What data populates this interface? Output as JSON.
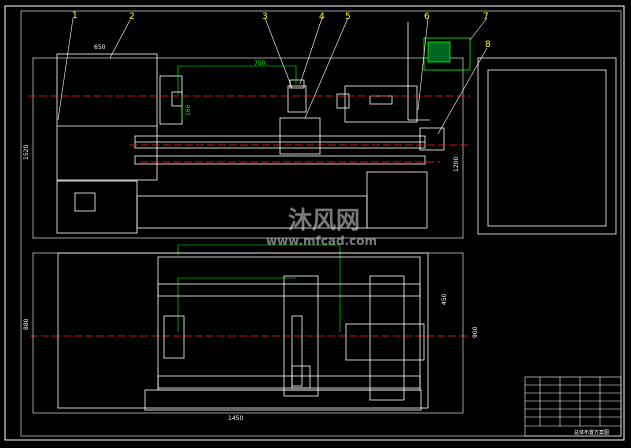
{
  "drawing": {
    "part_labels": [
      "1",
      "2",
      "3",
      "4",
      "5",
      "6",
      "7",
      "8"
    ],
    "dimensions": {
      "width_650": "650",
      "travel_750": "750",
      "height_160": "160",
      "height_1520": "1520",
      "height_1200": "1200",
      "plan_880": "880",
      "plan_450": "450",
      "plan_900": "900",
      "length_1450": "1450"
    },
    "watermark": {
      "brand": "沐风网",
      "url": "www.mfcad.com"
    },
    "title_block": {
      "drawing_title": "总体布置方案图",
      "rows": 6
    },
    "colors": {
      "background": "#000000",
      "outline": "#ffffff",
      "centerline": "#ff2020",
      "dimension": "#00ff00",
      "label": "#ffff00",
      "cyan": "#00ffff",
      "magenta": "#ff00ff"
    }
  }
}
